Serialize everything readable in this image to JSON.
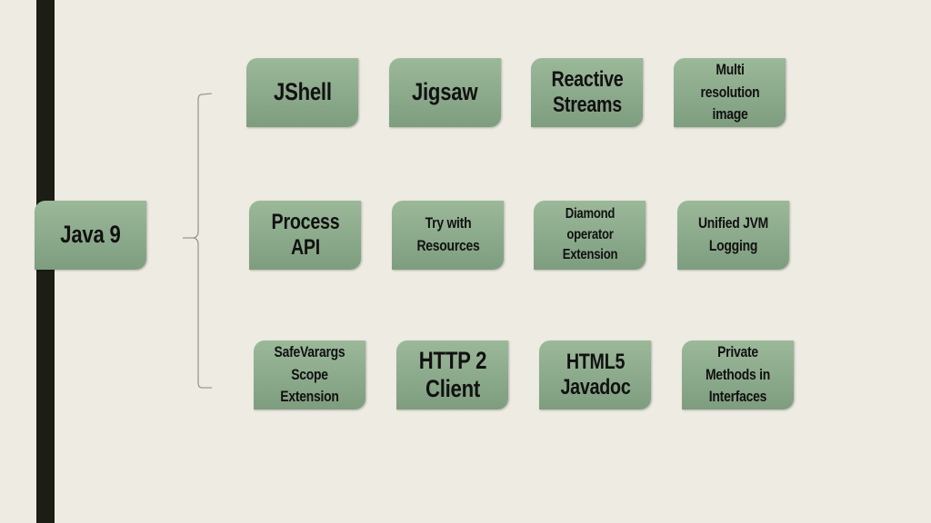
{
  "root": "Java 9",
  "features": [
    [
      "JShell",
      "Jigsaw",
      "Reactive Streams",
      "Multi resolution image"
    ],
    [
      "Process API",
      "Try with Resources",
      "Diamond operator Extension",
      "Unified JVM Logging"
    ],
    [
      "SafeVarargs Scope Extension",
      "HTTP 2 Client",
      "HTML5 Javadoc",
      "Private Methods in Interfaces"
    ]
  ],
  "colors": {
    "box_top": "#9bb999",
    "box_bottom": "#7e9d7f",
    "bar": "#1c1d14",
    "background": "#eeebe3"
  }
}
